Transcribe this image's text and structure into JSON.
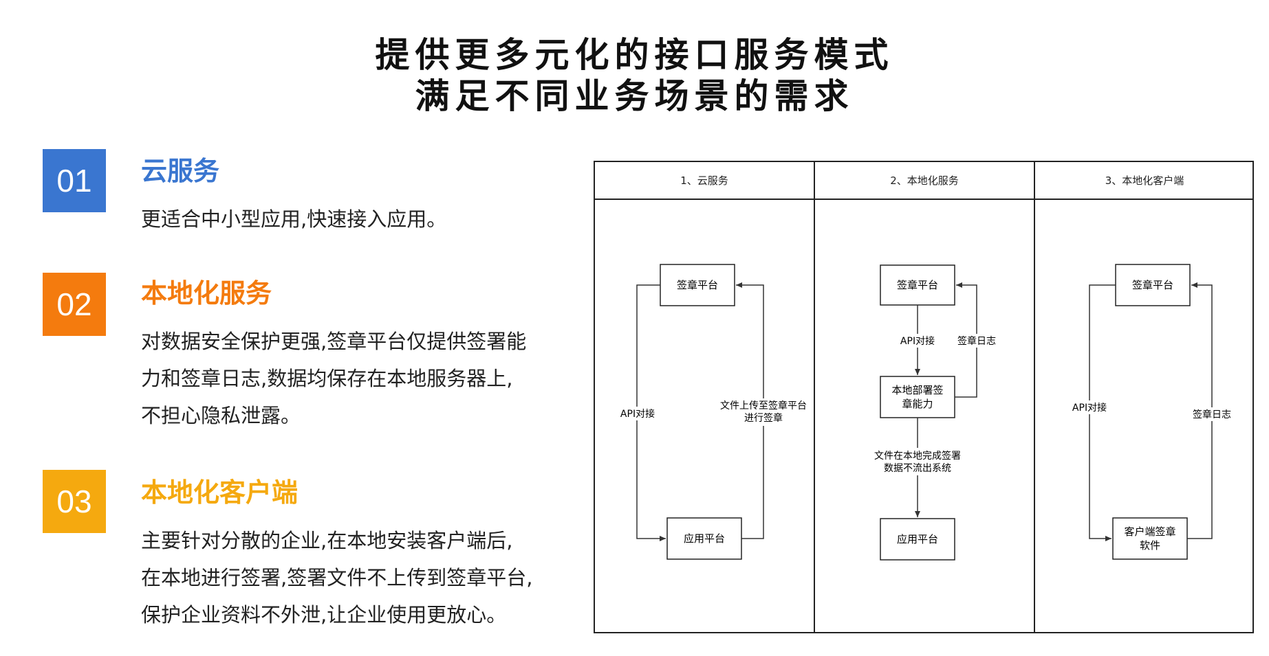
{
  "title": {
    "line1": "提供更多元化的接口服务模式",
    "line2": "满足不同业务场景的需求"
  },
  "sections": [
    {
      "number": "01",
      "heading": "云服务",
      "color": "#3A76D0",
      "lines": [
        "更适合中小型应用,快速接入应用。"
      ]
    },
    {
      "number": "02",
      "heading": "本地化服务",
      "color": "#F47B0E",
      "lines": [
        "对数据安全保护更强,签章平台仅提供签署能",
        "力和签章日志,数据均保存在本地服务器上,",
        "不担心隐私泄露。"
      ]
    },
    {
      "number": "03",
      "heading": "本地化客户端",
      "color": "#F5A90F",
      "lines": [
        "主要针对分散的企业,在本地安装客户端后,",
        "在本地进行签署,签署文件不上传到签章平台,",
        "保护企业资料不外泄,让企业使用更放心。"
      ]
    }
  ],
  "diagram": {
    "columns": [
      {
        "header": "1、云服务",
        "top_box": "签章平台",
        "bottom_box": "应用平台",
        "left_label": "API对接",
        "right_label": [
          "文件上传至签章平台",
          "进行签章"
        ]
      },
      {
        "header": "2、本地化服务",
        "top_box": "签章平台",
        "middle_box": [
          "本地部署签",
          "章能力"
        ],
        "bottom_box": "应用平台",
        "api_label": "API对接",
        "log_label": "签章日志",
        "lower_label": [
          "文件在本地完成签署",
          "数据不流出系统"
        ]
      },
      {
        "header": "3、本地化客户端",
        "top_box": "签章平台",
        "bottom_box": [
          "客户端签章",
          "软件"
        ],
        "left_label": "API对接",
        "right_label": "签章日志"
      }
    ]
  }
}
